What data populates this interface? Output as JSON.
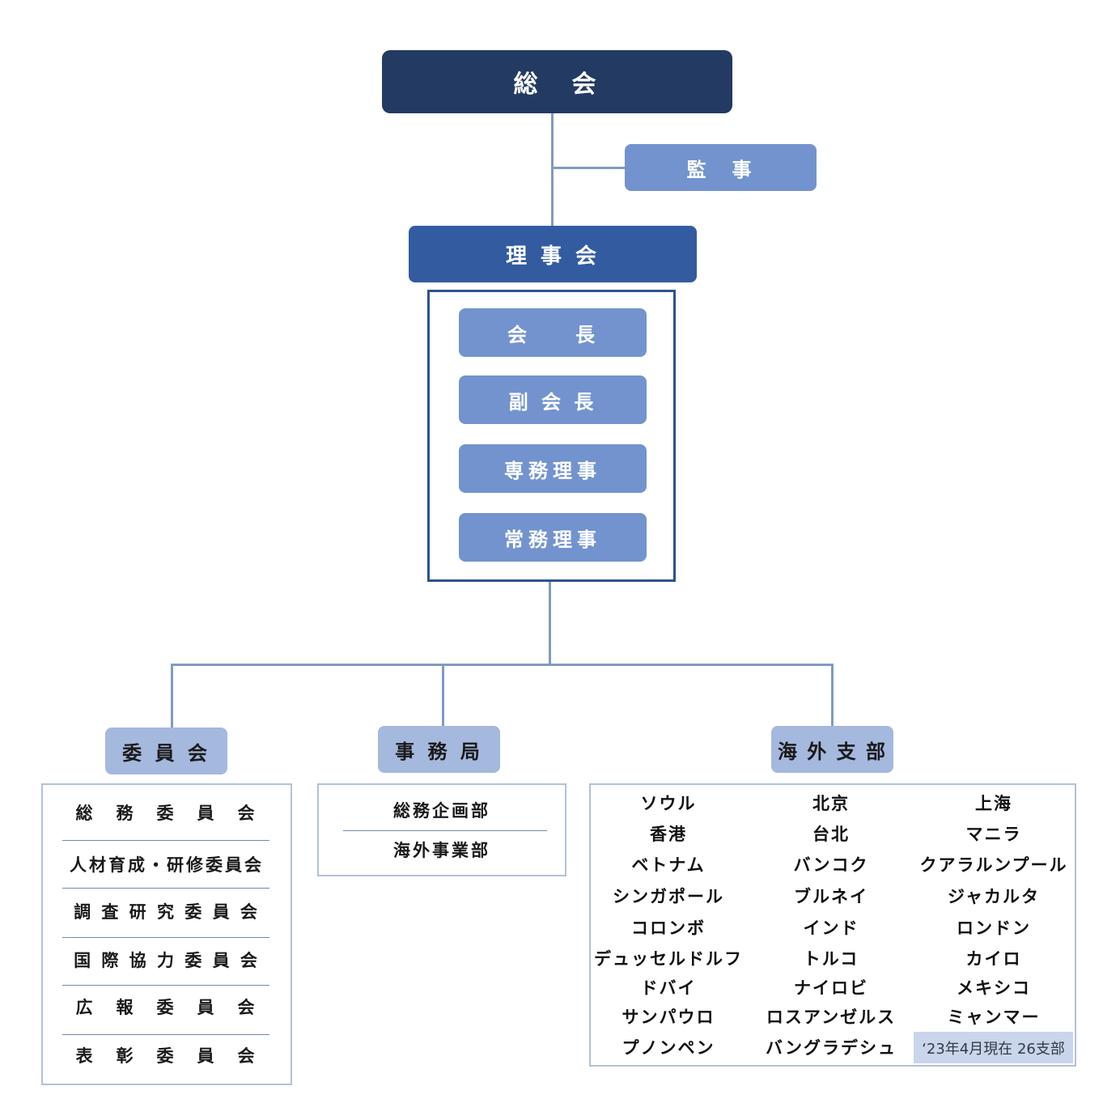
{
  "top": {
    "general_assembly": "総　会",
    "auditor": "監　事",
    "board": "理 事 会"
  },
  "officers": [
    "会　　長",
    "副 会 長",
    "専務理事",
    "常務理事"
  ],
  "divisions": {
    "committee": "委 員 会",
    "secretariat": "事 務 局",
    "overseas": "海 外 支 部"
  },
  "committees": [
    "総　務　委　員　会",
    "人材育成・研修委員会",
    "調 査 研 究 委 員 会",
    "国 際 協 力 委 員 会",
    "広　報　委　員　会",
    "表　彰　委　員　会"
  ],
  "secretariat_departments": [
    "総務企画部",
    "海外事業部"
  ],
  "branches": [
    [
      "ソウル",
      "北京",
      "上海"
    ],
    [
      "香港",
      "台北",
      "マニラ"
    ],
    [
      "ベトナム",
      "バンコク",
      "クアラルンプール"
    ],
    [
      "シンガポール",
      "ブルネイ",
      "ジャカルタ"
    ],
    [
      "コロンボ",
      "インド",
      "ロンドン"
    ],
    [
      "デュッセルドルフ",
      "トルコ",
      "カイロ"
    ],
    [
      "ドバイ",
      "ナイロビ",
      "メキシコ"
    ],
    [
      "サンパウロ",
      "ロスアンゼルス",
      "ミャンマー"
    ],
    [
      "プノンペン",
      "バングラデシュ",
      ""
    ]
  ],
  "branch_note": "‘23年4月現在 26支部"
}
